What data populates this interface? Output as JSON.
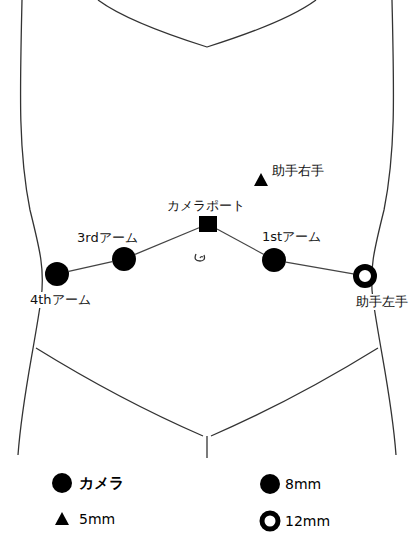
{
  "diagram": {
    "nodes": [
      {
        "text": [
          "助手右手"
        ]
      },
      {
        "text": [
          "カメラポート"
        ]
      },
      {
        "text": [
          "3rdアーム"
        ]
      },
      {
        "text": [
          "1stアーム"
        ]
      },
      {
        "text": [
          "4thアーム"
        ]
      },
      {
        "text": [
          "助手左手"
        ]
      }
    ],
    "edges": [
      {
        "from": 4,
        "to": 2,
        "arrow": "none"
      },
      {
        "from": 2,
        "to": 1,
        "arrow": "none"
      },
      {
        "from": 1,
        "to": 3,
        "arrow": "none"
      },
      {
        "from": 3,
        "to": 5,
        "arrow": "none"
      }
    ],
    "legend": [
      {
        "text": "カメラ"
      },
      {
        "text": "8mm"
      },
      {
        "text": "5mm"
      },
      {
        "text": "12mm"
      }
    ]
  }
}
